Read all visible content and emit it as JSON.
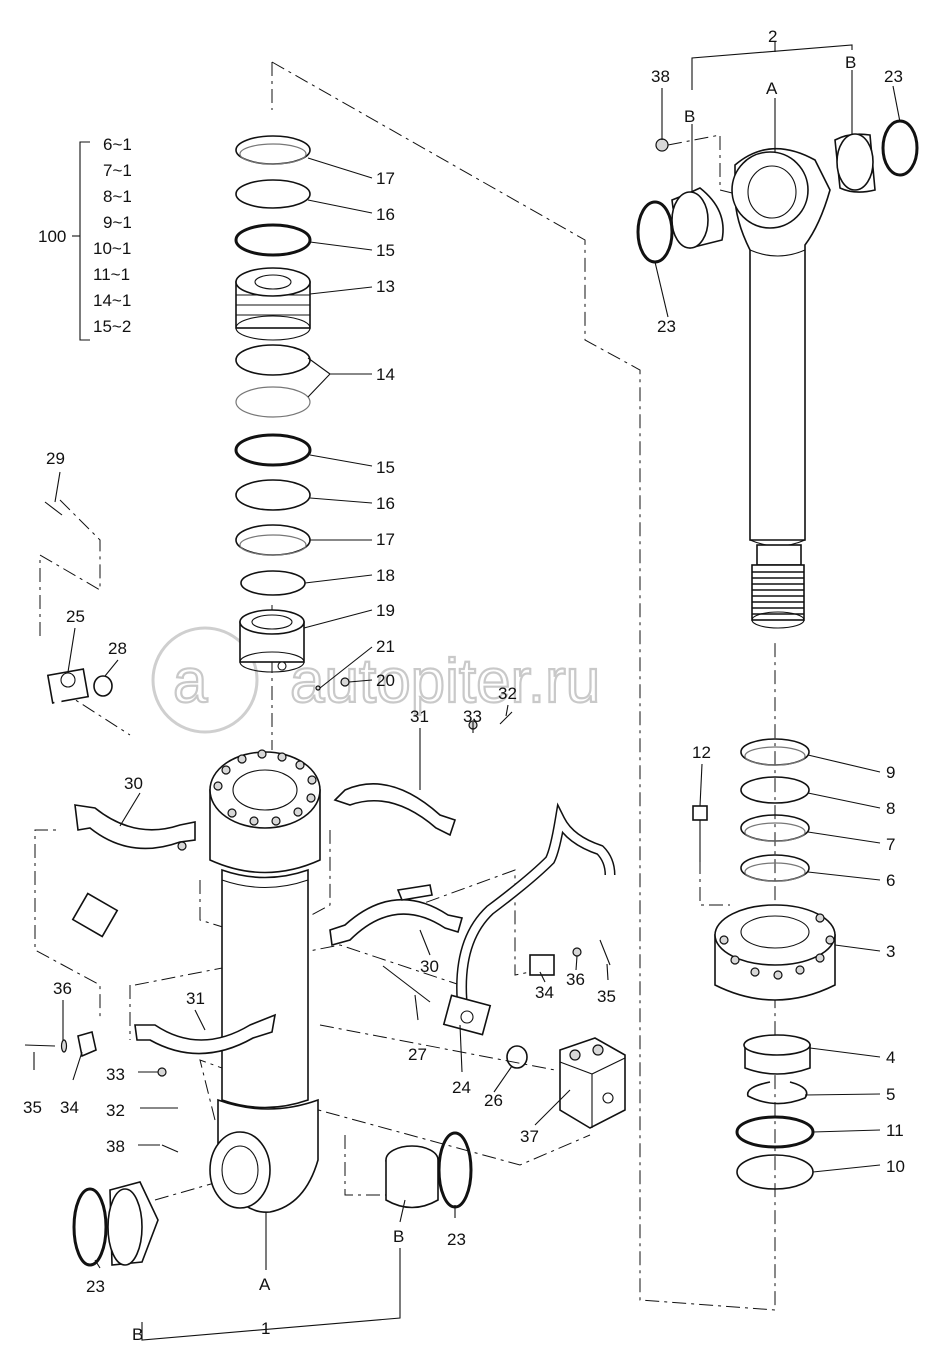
{
  "watermark": "autopiter.ru",
  "kit": {
    "number": "100",
    "items": [
      "6~1",
      "7~1",
      "8~1",
      "9~1",
      "10~1",
      "11~1",
      "14~1",
      "15~2"
    ]
  },
  "callouts": {
    "c17a": "17",
    "c16a": "16",
    "c15a": "15",
    "c13": "13",
    "c14": "14",
    "c15b": "15",
    "c16b": "16",
    "c17b": "17",
    "c18": "18",
    "c19": "19",
    "c21": "21",
    "c20": "20",
    "c29": "29",
    "c25": "25",
    "c28": "28",
    "c31a": "31",
    "c33a": "33",
    "c32a": "32",
    "c30a": "30",
    "c30b": "30",
    "c27": "27",
    "c24": "24",
    "c26": "26",
    "c37": "37",
    "c34a": "34",
    "c36a": "36",
    "c35a": "35",
    "c31b": "31",
    "c36b": "36",
    "c35b": "35",
    "c34b": "34",
    "c33b": "33",
    "c32b": "32",
    "c38b": "38",
    "c23c": "23",
    "c23d": "23",
    "cBc": "B",
    "cBd": "B",
    "cAb": "A",
    "c1": "1",
    "c2": "2",
    "cA": "A",
    "cBa": "B",
    "cBb": "B",
    "c38a": "38",
    "c23a": "23",
    "c23b": "23",
    "c12": "12",
    "c9": "9",
    "c8": "8",
    "c7": "7",
    "c6": "6",
    "c3": "3",
    "c4": "4",
    "c5": "5",
    "c11": "11",
    "c10": "10"
  }
}
